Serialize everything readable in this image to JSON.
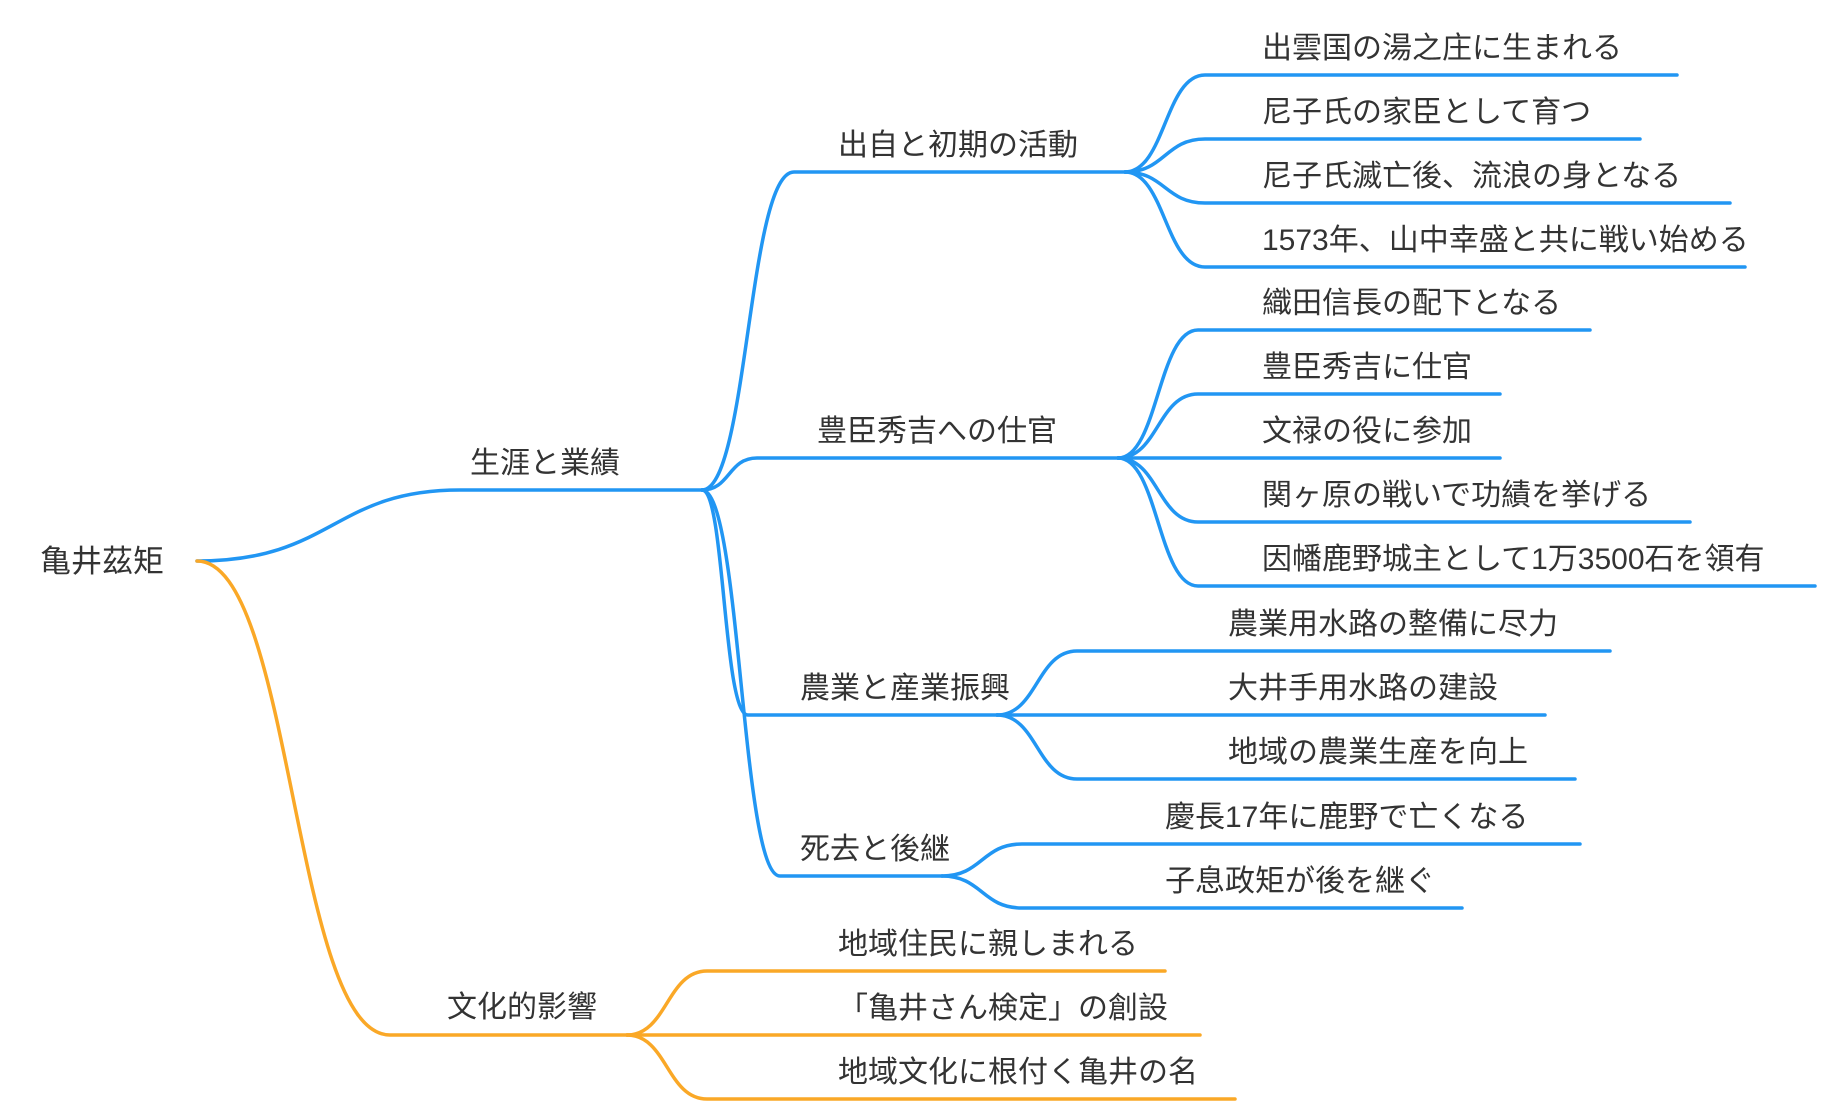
{
  "colors": {
    "primary_branch": "#2196F3",
    "secondary_branch": "#FAA827",
    "text": "#333333",
    "background": "#FFFFFF"
  },
  "mindmap": {
    "root": {
      "label": "亀井茲矩"
    },
    "branches": [
      {
        "label": "生涯と業績",
        "color": "#2196F3",
        "children": [
          {
            "label": "出自と初期の活動",
            "children": [
              {
                "label": "出雲国の湯之庄に生まれる"
              },
              {
                "label": "尼子氏の家臣として育つ"
              },
              {
                "label": "尼子氏滅亡後、流浪の身となる"
              },
              {
                "label": "1573年、山中幸盛と共に戦い始める"
              }
            ]
          },
          {
            "label": "豊臣秀吉への仕官",
            "children": [
              {
                "label": "織田信長の配下となる"
              },
              {
                "label": "豊臣秀吉に仕官"
              },
              {
                "label": "文禄の役に参加"
              },
              {
                "label": "関ヶ原の戦いで功績を挙げる"
              },
              {
                "label": "因幡鹿野城主として1万3500石を領有"
              }
            ]
          },
          {
            "label": "農業と産業振興",
            "children": [
              {
                "label": "農業用水路の整備に尽力"
              },
              {
                "label": "大井手用水路の建設"
              },
              {
                "label": "地域の農業生産を向上"
              }
            ]
          },
          {
            "label": "死去と後継",
            "children": [
              {
                "label": "慶長17年に鹿野で亡くなる"
              },
              {
                "label": "子息政矩が後を継ぐ"
              }
            ]
          }
        ]
      },
      {
        "label": "文化的影響",
        "color": "#FAA827",
        "children": [
          {
            "label": "地域住民に親しまれる"
          },
          {
            "label": "「亀井さん検定」の創設"
          },
          {
            "label": "地域文化に根付く亀井の名"
          }
        ]
      }
    ]
  }
}
